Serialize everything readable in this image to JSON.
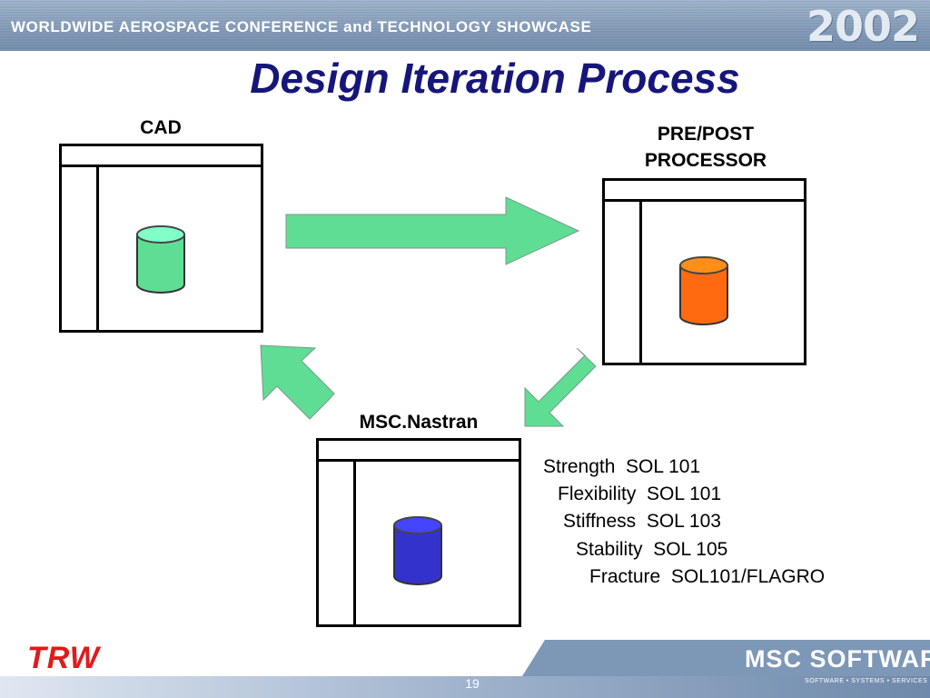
{
  "header": {
    "conference": "WORLDWIDE AEROSPACE CONFERENCE and TECHNOLOGY SHOWCASE",
    "year": "2002"
  },
  "title": "Design Iteration Process",
  "nodes": {
    "cad": {
      "label": "CAD",
      "cylinder_color": "#5fdd95"
    },
    "prepost": {
      "label_line1": "PRE/POST",
      "label_line2": "PROCESSOR",
      "cylinder_color": "#ff6a10"
    },
    "nastran": {
      "label": "MSC.Nastran",
      "cylinder_color": "#3333cc"
    }
  },
  "arrow_color": "#5fdd95",
  "solutions": [
    "Strength  SOL 101",
    "Flexibility  SOL 101",
    "Stiffness  SOL 103",
    "Stability  SOL 105",
    "Fracture  SOL101/FLAGRO"
  ],
  "footer": {
    "left_logo": "TRW",
    "page_number": "19",
    "right_logo": "MSC SOFTWARE",
    "right_tagline": "SOFTWARE • SYSTEMS • SERVICES"
  }
}
